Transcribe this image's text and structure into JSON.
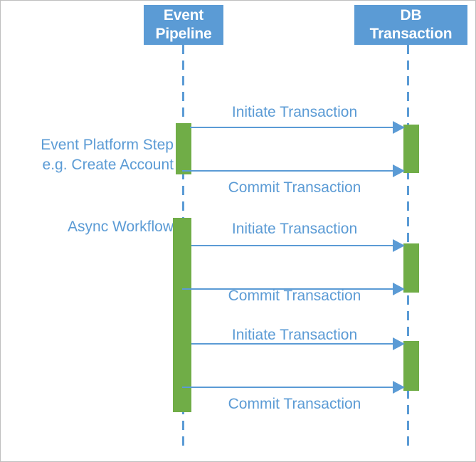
{
  "diagram": {
    "type": "sequence-diagram",
    "title": "Event Pipeline / DB Transaction sequence",
    "colors": {
      "participant_fill": "#5B9BD5",
      "participant_text": "#FFFFFF",
      "lifeline": "#5B9BD5",
      "activation_fill": "#70AD47",
      "message_line": "#5B9BD5",
      "message_text": "#5B9BD5",
      "note_text": "#5B9BD5",
      "background": "#FFFFFF",
      "border": "#BFBFBF"
    }
  },
  "participants": [
    {
      "id": "event-pipeline",
      "line1": "Event",
      "line2": "Pipeline"
    },
    {
      "id": "db-transaction",
      "line1": "DB",
      "line2": "Transaction"
    }
  ],
  "notes": [
    {
      "id": "event-platform-step",
      "line1": "Event Platform Step",
      "line2": "e.g. Create Account"
    },
    {
      "id": "async-workflow",
      "line1": "Async Workflow",
      "line2": ""
    }
  ],
  "messages": [
    {
      "id": "m1",
      "label": "Initiate Transaction",
      "from": "event-pipeline",
      "to": "db-transaction",
      "direction": "right"
    },
    {
      "id": "m2",
      "label": "Commit Transaction",
      "from": "event-pipeline",
      "to": "db-transaction",
      "direction": "right"
    },
    {
      "id": "m3",
      "label": "Initiate Transaction",
      "from": "event-pipeline",
      "to": "db-transaction",
      "direction": "right"
    },
    {
      "id": "m4",
      "label": "Commit Transaction",
      "from": "event-pipeline",
      "to": "db-transaction",
      "direction": "right"
    },
    {
      "id": "m5",
      "label": "Initiate Transaction",
      "from": "event-pipeline",
      "to": "db-transaction",
      "direction": "right"
    },
    {
      "id": "m6",
      "label": "Commit Transaction",
      "from": "event-pipeline",
      "to": "db-transaction",
      "direction": "right"
    }
  ]
}
